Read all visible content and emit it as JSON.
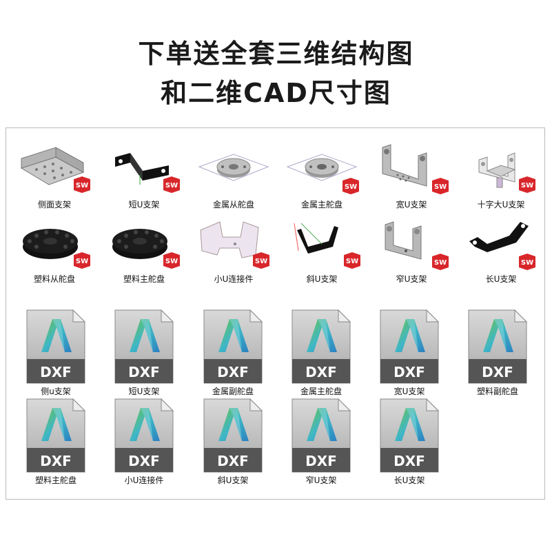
{
  "headline": {
    "line1": "下单送全套三维结构图",
    "line2": "和二维CAD尺寸图"
  },
  "sw_badge_text": "SW",
  "dxf_badge_text": "DXF",
  "sw_items": [
    {
      "label": "侧面支架",
      "icon": "side-bracket-icon"
    },
    {
      "label": "短U支架",
      "icon": "short-u-bracket-icon"
    },
    {
      "label": "金属从舵盘",
      "icon": "metal-slave-servo-horn-icon"
    },
    {
      "label": "金属主舵盘",
      "icon": "metal-master-servo-horn-icon"
    },
    {
      "label": "宽U支架",
      "icon": "wide-u-bracket-icon"
    },
    {
      "label": "十字大U支架",
      "icon": "cross-large-u-bracket-icon"
    },
    {
      "label": "塑料从舵盘",
      "icon": "plastic-slave-servo-horn-icon"
    },
    {
      "label": "塑料主舵盘",
      "icon": "plastic-master-servo-horn-icon"
    },
    {
      "label": "小U连接件",
      "icon": "small-u-connector-icon"
    },
    {
      "label": "斜U支架",
      "icon": "slanted-u-bracket-icon"
    },
    {
      "label": "窄U支架",
      "icon": "narrow-u-bracket-icon"
    },
    {
      "label": "长U支架",
      "icon": "long-u-bracket-icon"
    }
  ],
  "dxf_items": [
    {
      "label": "侧u支架"
    },
    {
      "label": "短U支架"
    },
    {
      "label": "金属副舵盘"
    },
    {
      "label": "金属主舵盘"
    },
    {
      "label": "宽U支架"
    },
    {
      "label": "塑料副舵盘"
    },
    {
      "label": "塑料主舵盘"
    },
    {
      "label": "小U连接件"
    },
    {
      "label": "斜U支架"
    },
    {
      "label": "窄U支架"
    },
    {
      "label": "长U支架"
    }
  ],
  "colors": {
    "sw_red": "#d8262b",
    "dxf_dark": "#5a5a5a",
    "autocad_teal": "#3fb7c6",
    "autocad_green": "#4caf7a"
  }
}
